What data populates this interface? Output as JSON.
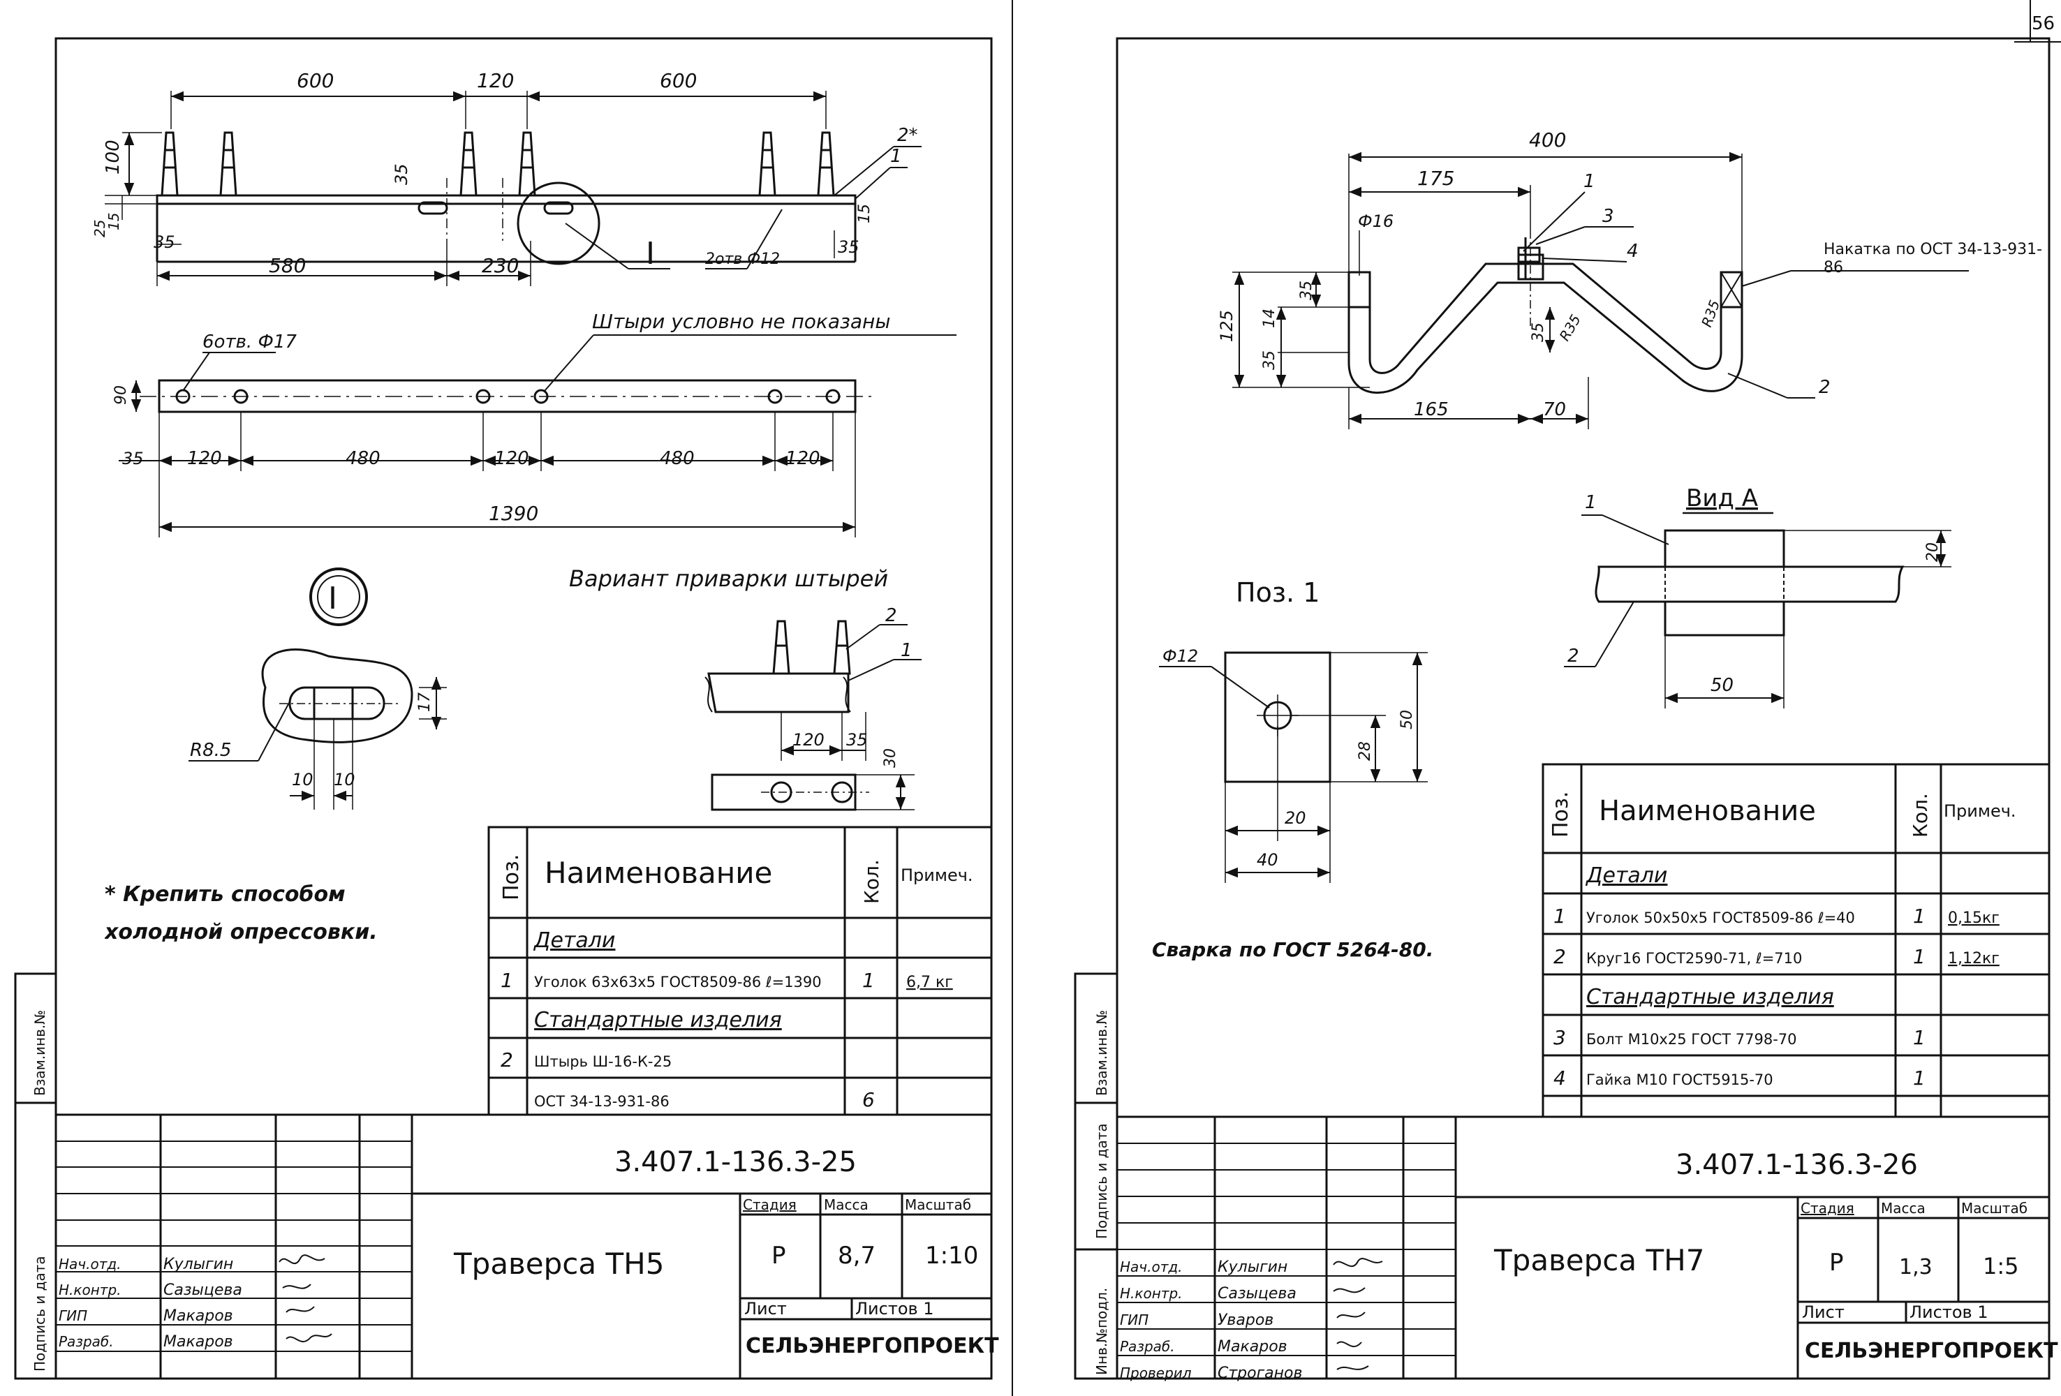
{
  "page_number": "56",
  "left": {
    "dims": {
      "d600a": "600",
      "d120": "120",
      "d600b": "600",
      "d100": "100",
      "d35v": "35",
      "d25a": "25",
      "d15a": "15",
      "d35a": "35",
      "d580": "580",
      "d230": "230",
      "d35b": "35",
      "d15b": "15",
      "holes12": "2отв Ф12",
      "mark_I": "I",
      "pos2star": "2*",
      "pos1": "1",
      "holes17": "6отв. Ф17",
      "d90": "90",
      "d35e": "35",
      "d120a": "120",
      "d480a": "480",
      "d120b": "120",
      "d480b": "480",
      "d120c": "120",
      "d1390": "1390"
    },
    "note_pins": "Штыри условно не показаны",
    "note_weld": "Вариант приварки штырей",
    "detail_mark": "I",
    "detail_dims": {
      "r": "R8.5",
      "d10a": "10",
      "d10b": "10",
      "d17": "17"
    },
    "weld_dims": {
      "p2": "2",
      "p1": "1",
      "d120": "120",
      "d35": "35",
      "d30": "30"
    },
    "note_fix": "* Крепить способом холодной опрессовки.",
    "spec": {
      "hdr_pos": "Поз.",
      "hdr_name": "Наименование",
      "hdr_qty": "Кол.",
      "hdr_note": "Примеч.",
      "rows": [
        {
          "pos": "",
          "name": "Детали",
          "qty": "",
          "note": "",
          "u": true
        },
        {
          "pos": "1",
          "name": "Уголок 63х63х5 ГОСТ8509-86 ℓ=1390",
          "qty": "1",
          "note": "6,7 кг",
          "u": false
        },
        {
          "pos": "",
          "name": "Стандартные изделия",
          "qty": "",
          "note": "",
          "u": true
        },
        {
          "pos": "2",
          "name": "Штырь Ш-16-К-25",
          "qty": "",
          "note": "",
          "u": false
        },
        {
          "pos": "",
          "name": "ОСТ 34-13-931-86",
          "qty": "6",
          "note": "",
          "u": false
        }
      ]
    },
    "title": {
      "code": "3.407.1-136.3-25",
      "name": "Траверса ТН5",
      "h_stage": "Стадия",
      "h_mass": "Масса",
      "h_scale": "Масштаб",
      "stage": "Р",
      "mass": "8,7",
      "scale": "1:10",
      "sheet": "Лист",
      "sheets": "Листов 1",
      "org": "СЕЛЬЭНЕРГОПРОЕКТ",
      "people": [
        {
          "role": "Нач.отд.",
          "name": "Кулыгин"
        },
        {
          "role": "Н.контр.",
          "name": "Сазыцева"
        },
        {
          "role": "ГИП",
          "name": "Макаров"
        },
        {
          "role": "Разраб.",
          "name": "Макаров"
        }
      ]
    },
    "side": {
      "a": "Подпись и дата",
      "b": "Взам.инв.№"
    }
  },
  "right": {
    "dims": {
      "d400": "400",
      "d175": "175",
      "phi16": "Ф16",
      "p1": "1",
      "p3": "3",
      "p4": "4",
      "knurl": "Накатка по ОСТ 34-13-931-86",
      "d125": "125",
      "d35": "35",
      "d14": "14",
      "d35b": "35",
      "d35c": "35",
      "d35d": "35",
      "r35": "R35",
      "r35b": "R35",
      "d165": "165",
      "d70": "70",
      "p2": "2"
    },
    "view": "Вид А",
    "view_dims": {
      "p1": "1",
      "p2": "2",
      "d20": "20",
      "d50": "50"
    },
    "pos1": "Поз. 1",
    "pos1_dims": {
      "phi12": "Ф12",
      "d20": "20",
      "d40": "40",
      "d28": "28",
      "d50": "50"
    },
    "weld": "Сварка по ГОСТ 5264-80.",
    "spec": {
      "hdr_pos": "Поз.",
      "hdr_name": "Наименование",
      "hdr_qty": "Кол.",
      "hdr_note": "Примеч.",
      "rows": [
        {
          "pos": "",
          "name": "Детали",
          "qty": "",
          "note": "",
          "u": true
        },
        {
          "pos": "1",
          "name": "Уголок 50х50х5 ГОСТ8509-86 ℓ=40",
          "qty": "1",
          "note": "0,15кг",
          "u": false
        },
        {
          "pos": "2",
          "name": "Круг16 ГОСТ2590-71, ℓ=710",
          "qty": "1",
          "note": "1,12кг",
          "u": false
        },
        {
          "pos": "",
          "name": "Стандартные изделия",
          "qty": "",
          "note": "",
          "u": true
        },
        {
          "pos": "3",
          "name": "Болт М10х25 ГОСТ 7798-70",
          "qty": "1",
          "note": "",
          "u": false
        },
        {
          "pos": "4",
          "name": "Гайка М10 ГОСТ5915-70",
          "qty": "1",
          "note": "",
          "u": false
        }
      ]
    },
    "title": {
      "code": "3.407.1-136.3-26",
      "name": "Траверса ТН7",
      "h_stage": "Стадия",
      "h_mass": "Масса",
      "h_scale": "Масштаб",
      "stage": "Р",
      "mass": "1,3",
      "scale": "1:5",
      "sheet": "Лист",
      "sheets": "Листов 1",
      "org": "СЕЛЬЭНЕРГОПРОЕКТ",
      "people": [
        {
          "role": "Нач.отд.",
          "name": "Кулыгин"
        },
        {
          "role": "Н.контр.",
          "name": "Сазыцева"
        },
        {
          "role": "ГИП",
          "name": "Уваров"
        },
        {
          "role": "Разраб.",
          "name": "Макаров"
        },
        {
          "role": "Проверил",
          "name": "Строганов"
        }
      ]
    },
    "side": {
      "a": "Инв.№подл.",
      "b": "Подпись и дата",
      "c": "Взам.инв.№"
    }
  }
}
